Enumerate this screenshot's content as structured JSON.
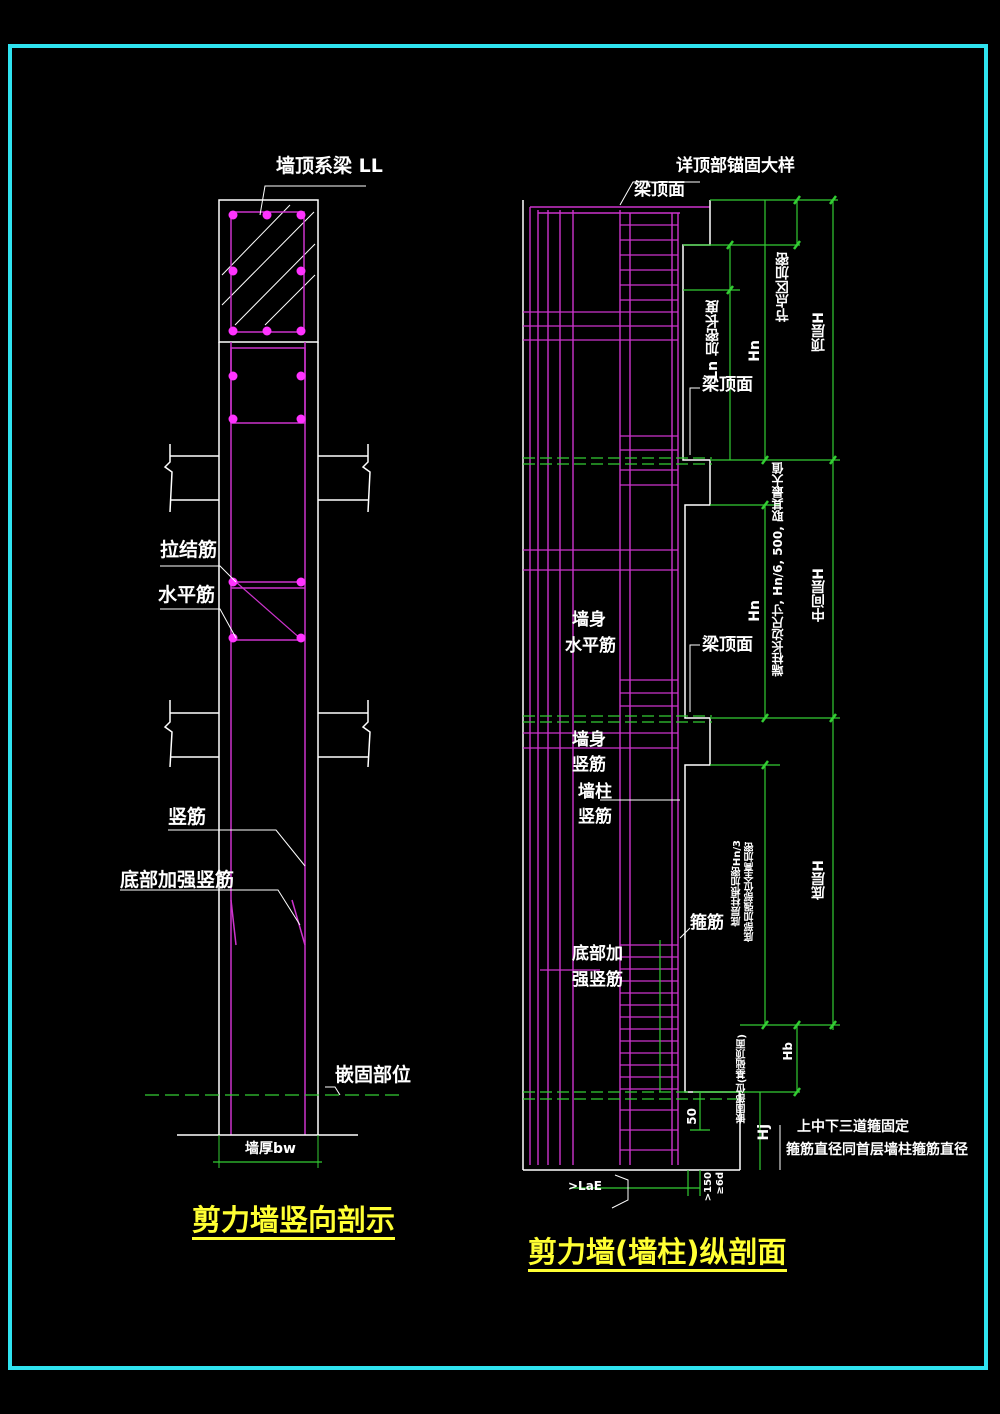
{
  "colors": {
    "frame": "#2fe3f0",
    "line": "#ffffff",
    "rebar": "#cc33cc",
    "rebar_dot": "#ff33ff",
    "dimension": "#33cc33",
    "title": "#ffff33",
    "background": "#000000"
  },
  "left_section": {
    "label_top_beam": "墙顶系梁 LL",
    "label_tie_bar": "拉结筋",
    "label_horizontal_bar": "水平筋",
    "label_vertical_bar": "竖筋",
    "label_bottom_reinforced": "底部加强竖筋",
    "label_embedded": "嵌固部位",
    "label_wall_thickness": "墙厚bw",
    "title": "剪力墙竖向剖示"
  },
  "right_section": {
    "label_anchor_detail": "详顶部锚固大样",
    "label_beam_top_1": "梁顶面",
    "label_beam_top_2": "梁顶面",
    "label_beam_top_3": "梁顶面",
    "label_ln_dense": "Ln 加密长度",
    "label_hn_top": "Hn",
    "label_node_dense": "节点区加密",
    "label_top_floor_h": "顶层H",
    "label_middle_rule": "端柱长边尺寸, Hn/6, 500, 取其最大值",
    "label_hn_mid": "Hn",
    "label_middle_floor_h": "中间层H",
    "label_wall_horizontal_1": "墙身",
    "label_wall_horizontal_2": "水平筋",
    "label_wall_vertical_1": "墙身",
    "label_wall_vertical_2": "竖筋",
    "label_column_vertical_1": "墙柱",
    "label_column_vertical_2": "竖筋",
    "label_bottom_dense": "底层柱根加密Hn/3",
    "label_bottom_dense_2": "底部加强部位全高加密",
    "label_bottom_floor_h": "底层H",
    "label_stirrup": "箍筋",
    "label_bottom_vertical_1": "底部加",
    "label_bottom_vertical_2": "强竖筋",
    "label_embed_top": "嵌固部位(基础顶面)",
    "label_hb": "Hb",
    "label_50": "50",
    "label_hj": "Hj",
    "label_three_stirrups": "上中下三道箍固定",
    "label_stirrup_diameter": "箍筋直径同首层墙柱箍筋直径",
    "label_lae": ">LaE",
    "label_150": ">150",
    "label_6d": "≥6d",
    "title": "剪力墙(墙柱)纵剖面"
  }
}
